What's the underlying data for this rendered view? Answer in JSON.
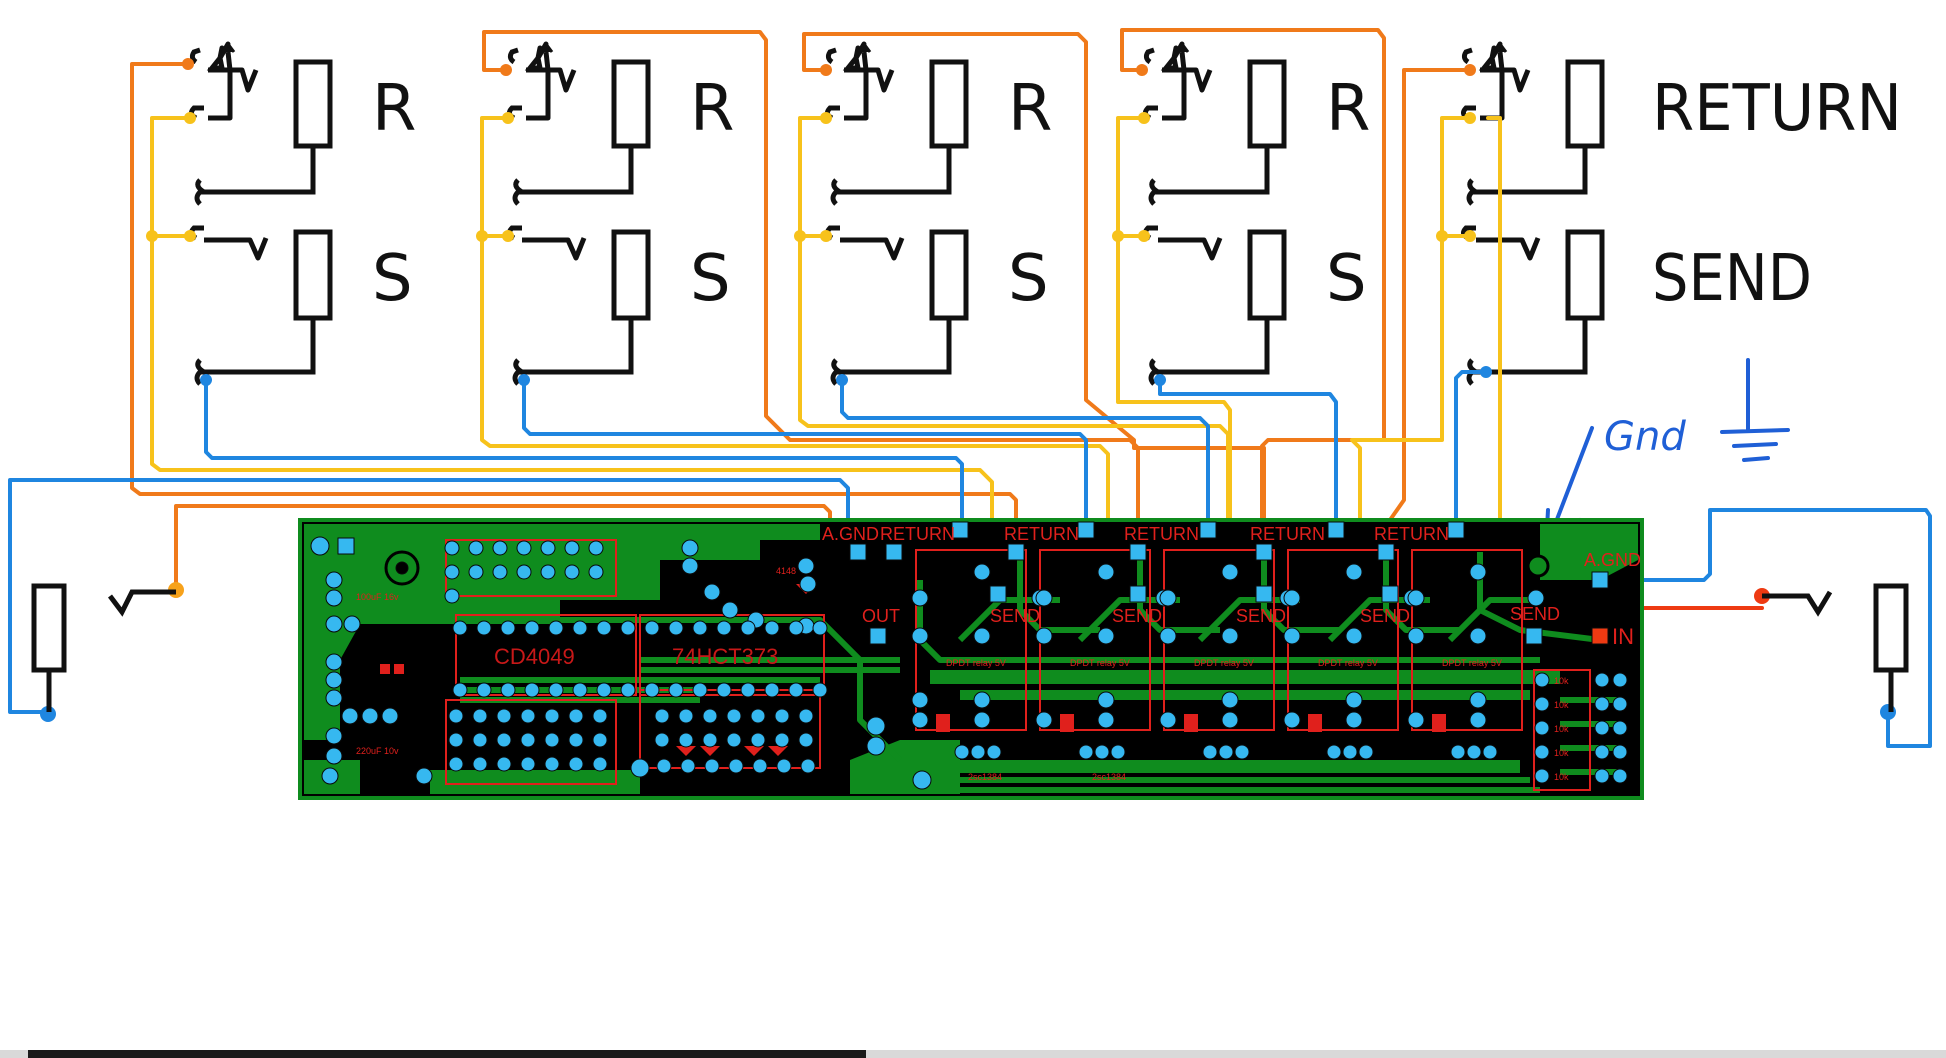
{
  "jack_pairs": [
    {
      "return_label": "R",
      "send_label": "S"
    },
    {
      "return_label": "R",
      "send_label": "S"
    },
    {
      "return_label": "R",
      "send_label": "S"
    },
    {
      "return_label": "R",
      "send_label": "S"
    },
    {
      "return_label": "RETURN",
      "send_label": "SEND"
    }
  ],
  "annotation": {
    "gnd_text": "Gnd"
  },
  "pcb": {
    "agnd_left": "A.GND",
    "agnd_right": "A.GND",
    "out_label": "OUT",
    "in_label": "IN",
    "return_pad_label": "RETURN",
    "send_pad_label": "SEND",
    "ic1_label": "CD4049",
    "ic2_label": "74HCT373",
    "relay_label": "DPDT relay 5V",
    "transistor_label": "2sc1384",
    "cap_label": "100uF 16v",
    "cap2_label": "220uF 10v",
    "resistor_label": "10k",
    "diode_label": "4148"
  },
  "colors": {
    "orange_wire": "#f07a1a",
    "yellow_wire": "#f7c21b",
    "blue_wire": "#1f86e0",
    "red_wire": "#ee3a12",
    "pcb_green": "#0f8c1e",
    "pcb_black": "#000000",
    "pad_cyan": "#36b8f0",
    "silk_red": "#e0201c",
    "annotation_blue": "#1f5fd6"
  }
}
